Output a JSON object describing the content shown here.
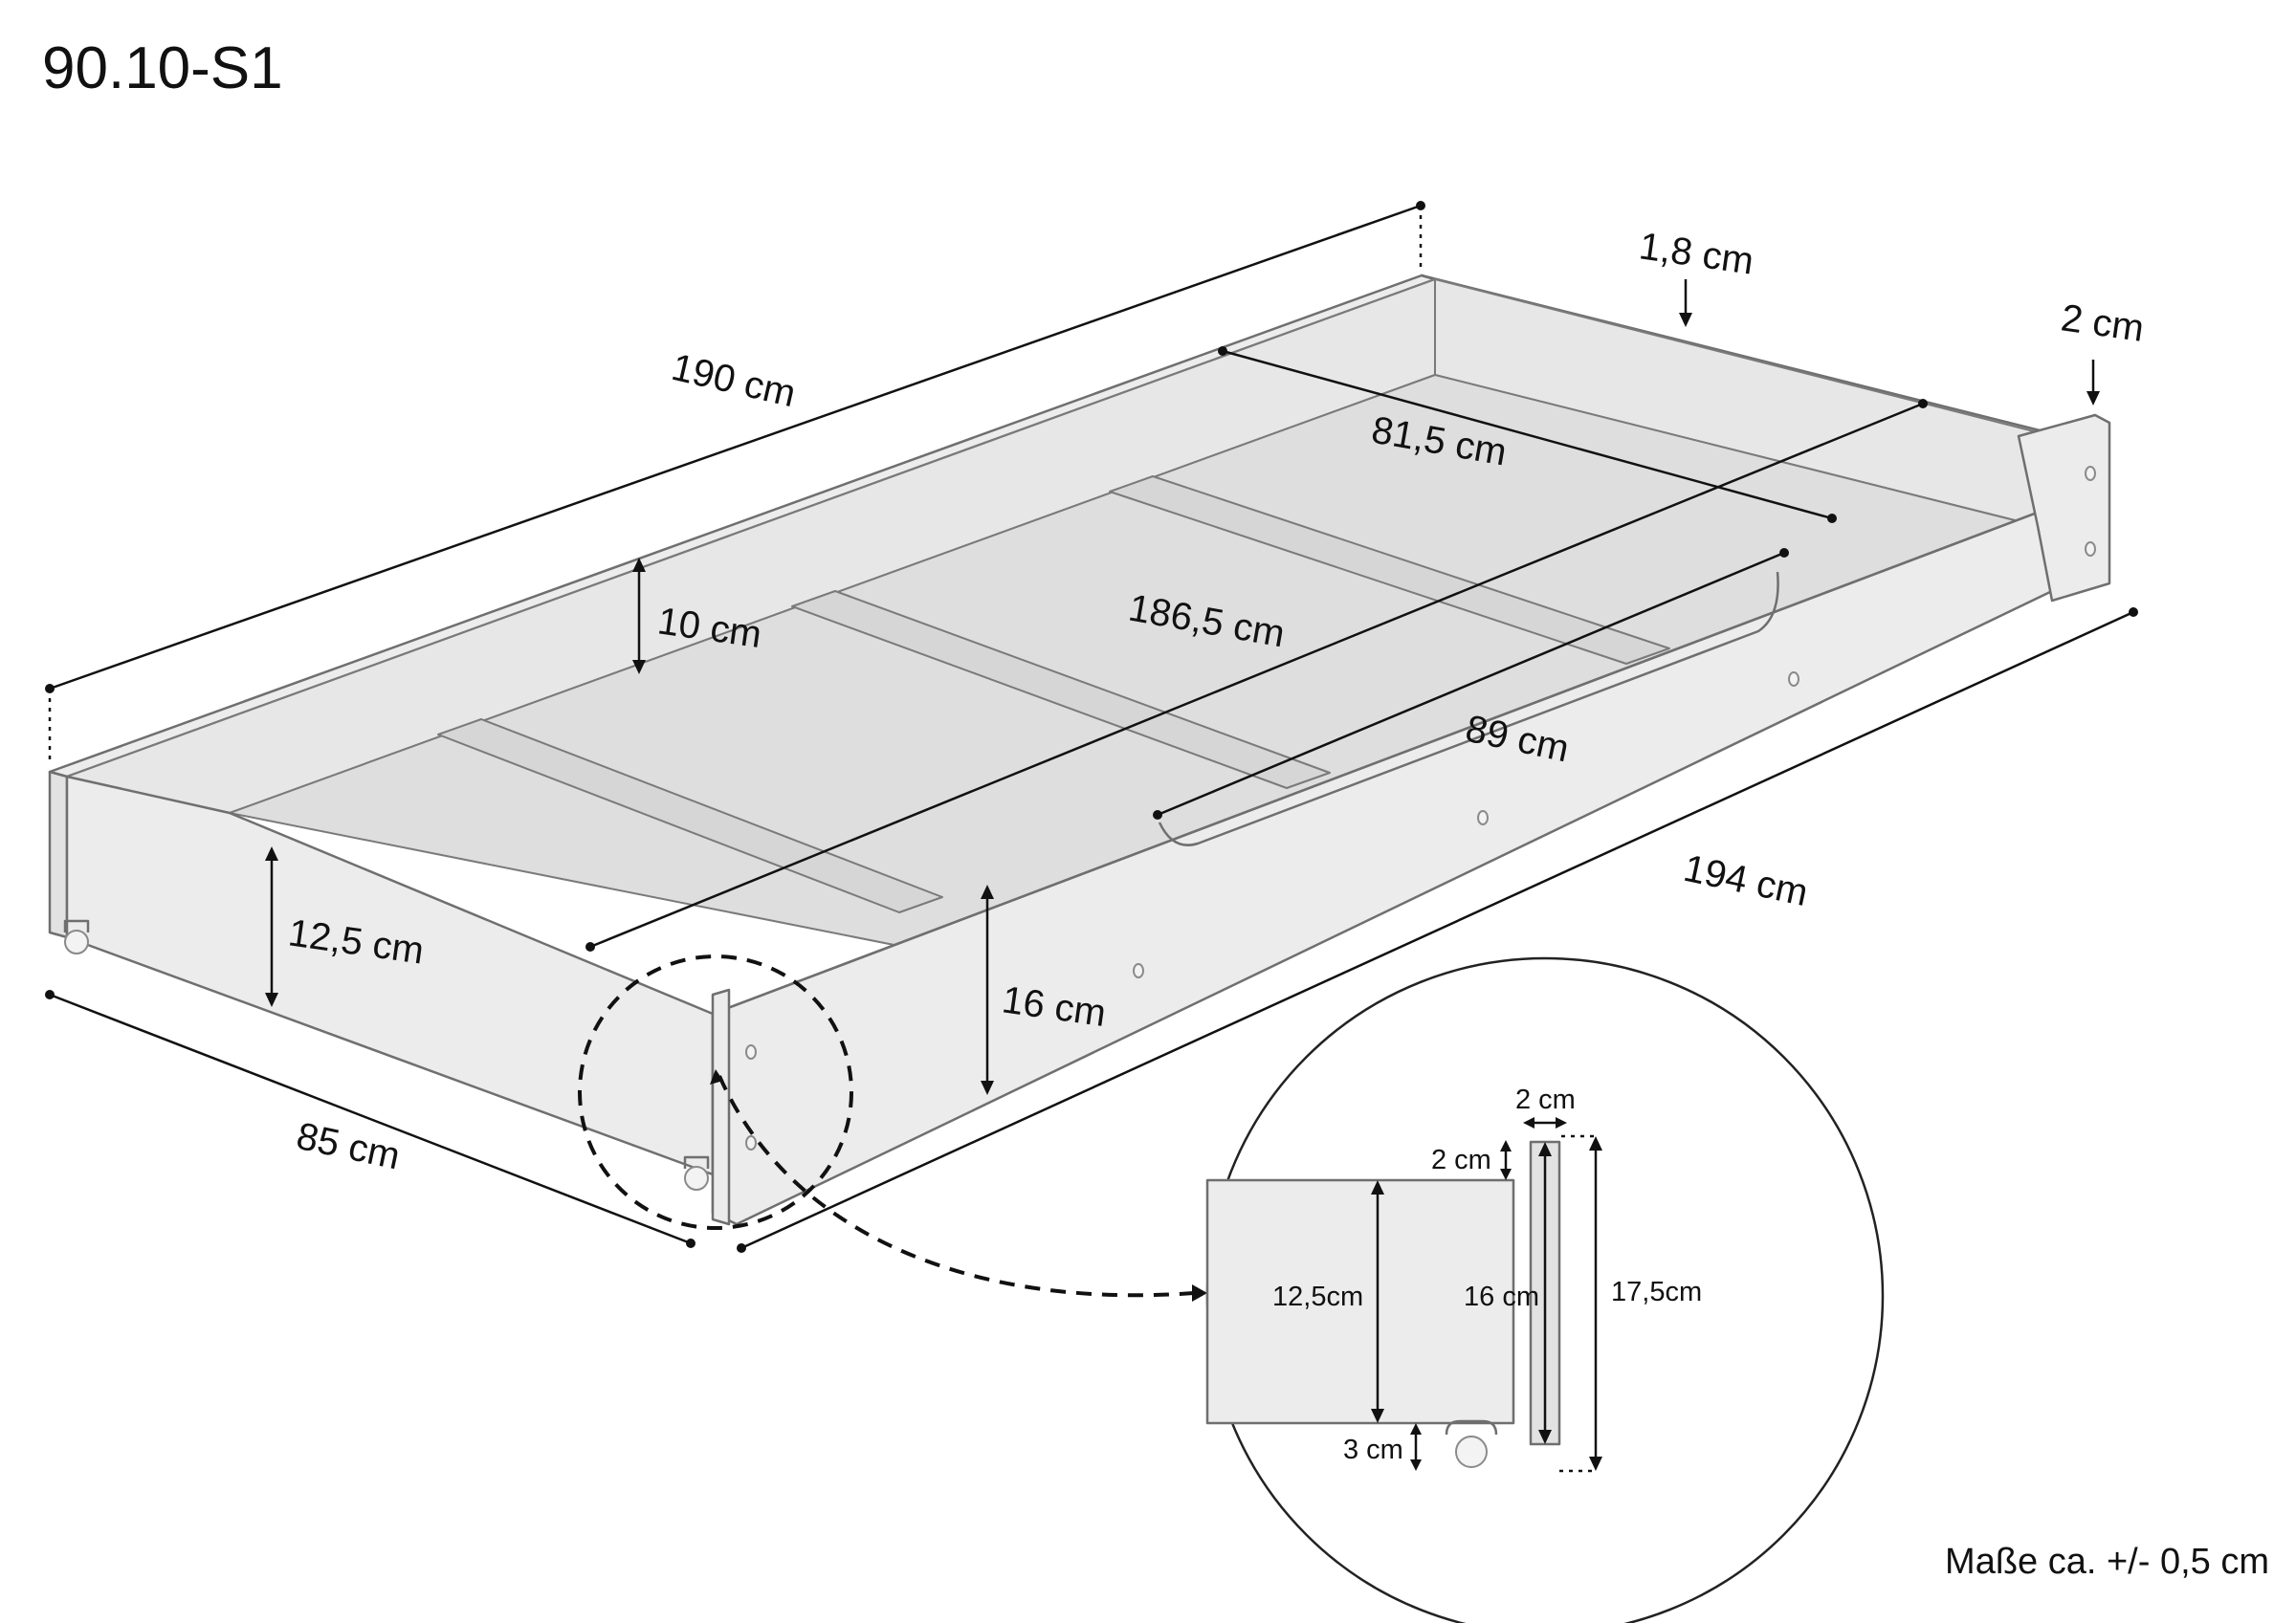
{
  "title": "90.10-S1",
  "note": "Maße ca. +/- 0,5 cm",
  "dimensions": {
    "length_outer_top": "190 cm",
    "length_side": "194 cm",
    "width_front": "85 cm",
    "width_inner": "81,5 cm",
    "length_inner": "186,5 cm",
    "width_front_panel": "89 cm",
    "height_inner": "10 cm",
    "height_back": "12,5 cm",
    "height_front": "16 cm",
    "thickness_side": "1,8 cm",
    "thickness_front": "2 cm"
  },
  "detail": {
    "panel_thickness": "2 cm",
    "top_offset": "2 cm",
    "side_height": "12,5cm",
    "front_height": "16 cm",
    "total_height": "17,5cm",
    "floor_clearance": "3 cm"
  }
}
